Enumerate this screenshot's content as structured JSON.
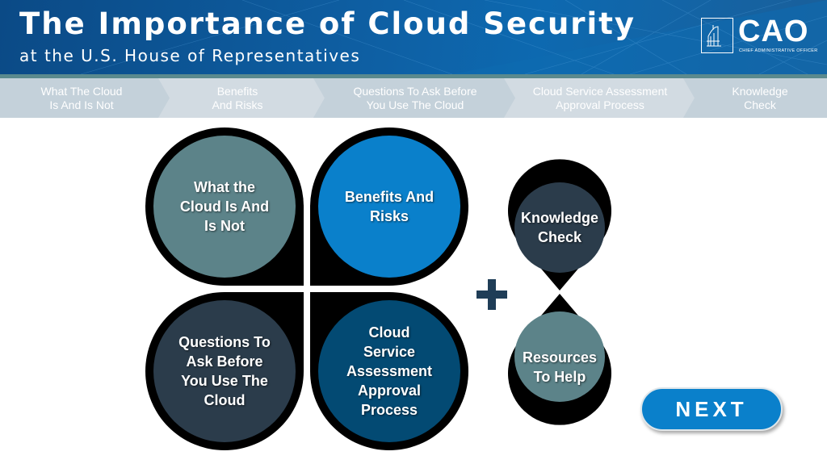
{
  "header": {
    "title": "The Importance of Cloud Security",
    "subtitle": "at the U.S. House of Representatives",
    "logo": {
      "text": "CAO",
      "subtext": "CHIEF ADMINISTRATIVE OFFICER",
      "icon": "capitol-dome-icon"
    }
  },
  "nav": {
    "items": [
      {
        "label": "What The Cloud\nIs And Is Not"
      },
      {
        "label": "Benefits\nAnd Risks"
      },
      {
        "label": "Questions To Ask Before\nYou Use The Cloud"
      },
      {
        "label": "Cloud Service Assessment\nApproval Process"
      },
      {
        "label": "Knowledge\nCheck"
      }
    ]
  },
  "modules": {
    "what_cloud": {
      "label": "What the\nCloud Is And\nIs Not",
      "color": "#5c8389"
    },
    "benefits": {
      "label": "Benefits And\nRisks",
      "color": "#0a80cb"
    },
    "questions": {
      "label": "Questions To\nAsk Before\nYou Use The\nCloud",
      "color": "#2b3c4b"
    },
    "assessment": {
      "label": "Cloud\nService\nAssessment\nApproval\nProcess",
      "color": "#034a73"
    },
    "knowledge": {
      "label": "Knowledge\nCheck",
      "color": "#2b3c4b"
    },
    "resources": {
      "label": "Resources\nTo Help",
      "color": "#5c8389"
    }
  },
  "plus_icon": "plus-icon",
  "next_button": {
    "label": "NEXT",
    "color": "#0a80cb"
  }
}
